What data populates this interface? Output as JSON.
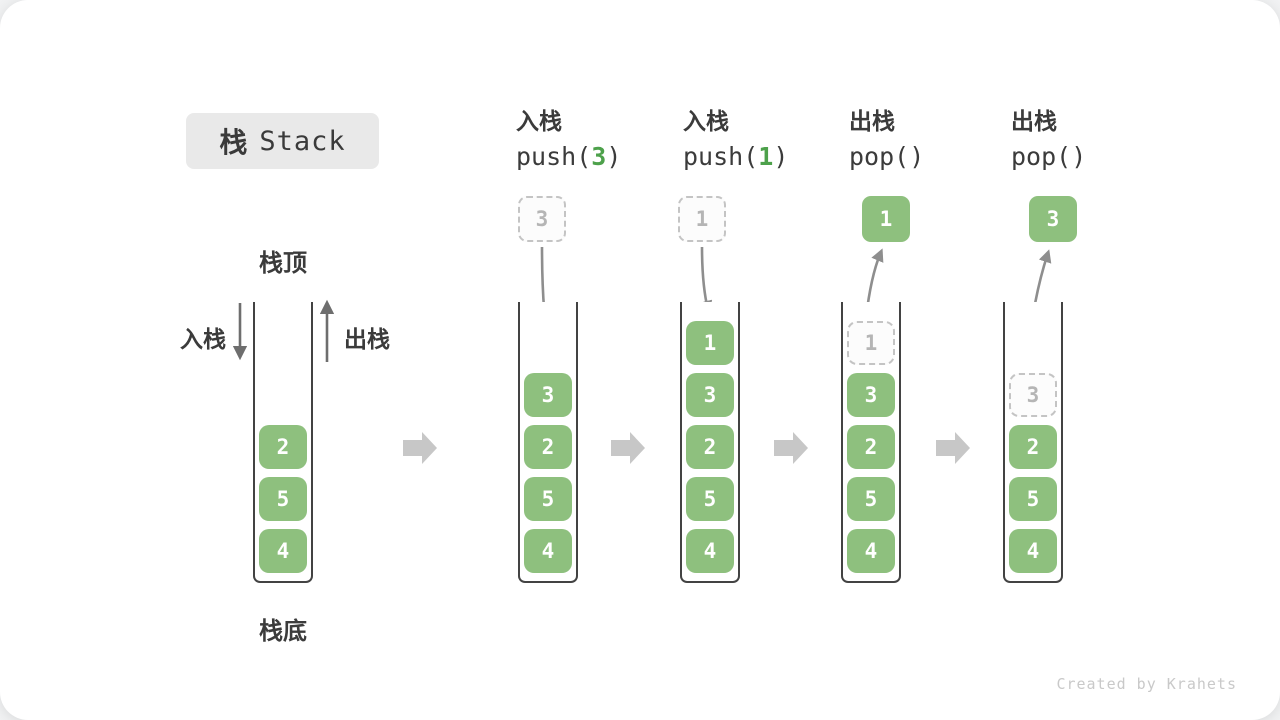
{
  "title": {
    "zh": "栈",
    "en": "Stack"
  },
  "annotations": {
    "stack_top": "栈顶",
    "stack_bottom": "栈底",
    "push_side": "入栈",
    "pop_side": "出栈"
  },
  "operations": [
    {
      "action": "入栈",
      "code_open": "push(",
      "arg": "3",
      "code_close": ")"
    },
    {
      "action": "入栈",
      "code_open": "push(",
      "arg": "1",
      "code_close": ")"
    },
    {
      "action": "出栈",
      "code_open": "pop(",
      "arg": "",
      "code_close": ")"
    },
    {
      "action": "出栈",
      "code_open": "pop(",
      "arg": "",
      "code_close": ")"
    }
  ],
  "floating_values": [
    {
      "value": "3",
      "style": "dashed"
    },
    {
      "value": "1",
      "style": "dashed"
    },
    {
      "value": "1",
      "style": "solid"
    },
    {
      "value": "3",
      "style": "solid"
    }
  ],
  "stacks": [
    {
      "cells": [
        {
          "value": "2",
          "style": "solid"
        },
        {
          "value": "5",
          "style": "solid"
        },
        {
          "value": "4",
          "style": "solid"
        }
      ]
    },
    {
      "cells": [
        {
          "value": "3",
          "style": "solid"
        },
        {
          "value": "2",
          "style": "solid"
        },
        {
          "value": "5",
          "style": "solid"
        },
        {
          "value": "4",
          "style": "solid"
        }
      ]
    },
    {
      "cells": [
        {
          "value": "1",
          "style": "solid"
        },
        {
          "value": "3",
          "style": "solid"
        },
        {
          "value": "2",
          "style": "solid"
        },
        {
          "value": "5",
          "style": "solid"
        },
        {
          "value": "4",
          "style": "solid"
        }
      ]
    },
    {
      "cells": [
        {
          "value": "1",
          "style": "dashed"
        },
        {
          "value": "3",
          "style": "solid"
        },
        {
          "value": "2",
          "style": "solid"
        },
        {
          "value": "5",
          "style": "solid"
        },
        {
          "value": "4",
          "style": "solid"
        }
      ]
    },
    {
      "cells": [
        {
          "value": "3",
          "style": "dashed"
        },
        {
          "value": "2",
          "style": "solid"
        },
        {
          "value": "5",
          "style": "solid"
        },
        {
          "value": "4",
          "style": "solid"
        }
      ]
    }
  ],
  "watermark": "Created by Krahets",
  "colors": {
    "element_green": "#8ec07e",
    "code_arg_green": "#4da14b",
    "title_background": "#e9e9e9",
    "dark_text": "#3b3b3b",
    "container_stroke": "#434343",
    "flow_arrow_gray": "#c7c7c7",
    "motion_arrow_gray": "#8e8e8e",
    "ghost_gray": "#b5b5b5"
  }
}
